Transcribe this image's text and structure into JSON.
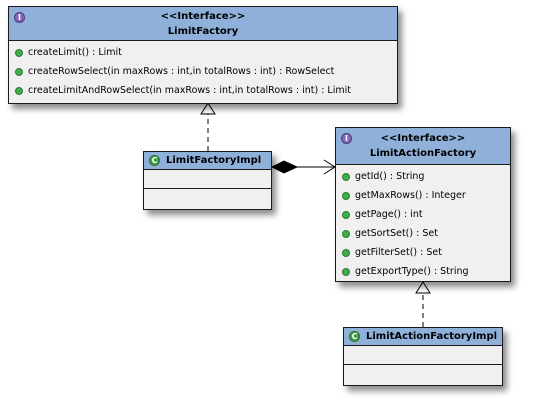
{
  "classes": {
    "limit_factory": {
      "stereotype": "<<Interface>>",
      "name": "LimitFactory",
      "badge": "I",
      "methods": [
        "createLimit() : Limit",
        "createRowSelect(in maxRows : int,in totalRows : int) : RowSelect",
        "createLimitAndRowSelect(in maxRows : int,in totalRows : int) : Limit"
      ]
    },
    "limit_factory_impl": {
      "name": "LimitFactoryImpl",
      "badge": "C"
    },
    "limit_action_factory": {
      "stereotype": "<<Interface>>",
      "name": "LimitActionFactory",
      "badge": "I",
      "methods": [
        "getId() : String",
        "getMaxRows() : Integer",
        "getPage() : int",
        "getSortSet() : Set",
        "getFilterSet() : Set",
        "getExportType() : String"
      ]
    },
    "limit_action_factory_impl": {
      "name": "LimitActionFactoryImpl",
      "badge": "C"
    }
  },
  "colors": {
    "header": "#8fb1d9",
    "body": "#f0f0f0",
    "method_dot": "#3fae49",
    "interface_badge": "#8468b8",
    "class_badge": "#3fa24a"
  }
}
